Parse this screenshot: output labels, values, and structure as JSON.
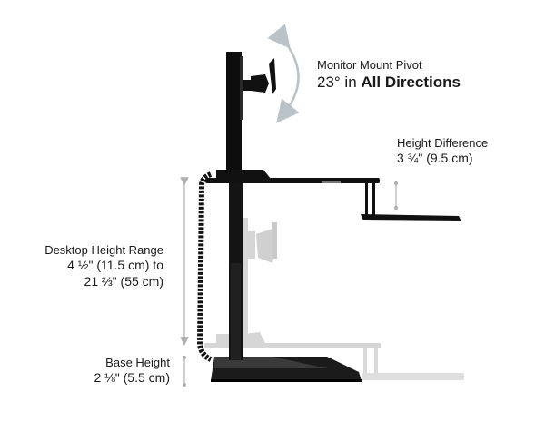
{
  "diagram": {
    "subject": "sit-stand desk converter side profile",
    "colors": {
      "background": "#ffffff",
      "product": "#111111",
      "ghost": "#c8c8c8",
      "dimension_line": "#b0b0b0",
      "pivot_arrow": "#b9c3c8",
      "text": "#1a1a1a"
    },
    "callouts": {
      "monitor_pivot": {
        "title": "Monitor Mount Pivot",
        "value_prefix": "23° in ",
        "value_emphasis": "All Directions"
      },
      "height_difference": {
        "title": "Height Difference",
        "value": "3 ¾\" (9.5 cm)"
      },
      "desktop_height_range": {
        "title": "Desktop Height Range",
        "value_line1": "4 ½\" (11.5 cm) to",
        "value_line2": "21 ⅔\" (55 cm)"
      },
      "base_height": {
        "title": "Base Height",
        "value": "2 ⅛\" (5.5 cm)"
      }
    },
    "icons": {
      "pivot_arrow": "curved-double-arrow",
      "dimension": "vertical-dimension-line"
    }
  }
}
